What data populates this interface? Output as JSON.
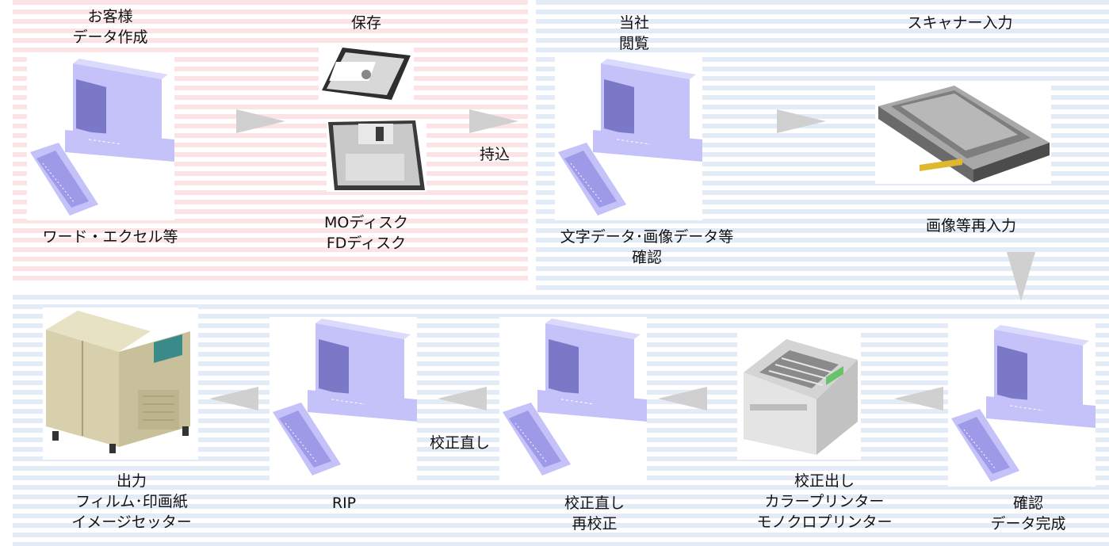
{
  "nodes": {
    "customer": {
      "label": "お客様\nデータ作成",
      "sub": "ワード・エクセル等"
    },
    "storage": {
      "label": "保存",
      "sub": "MOディスク\nFDディスク"
    },
    "company": {
      "label": "当社\n閲覧",
      "sub": "文字データ･画像データ等\n確認"
    },
    "scanner": {
      "label": "スキャナー入力",
      "sub": "画像等再入力"
    },
    "confirm": {
      "label": "確認\nデータ完成"
    },
    "proof_print": {
      "label": "校正出し\nカラープリンター\nモノクロプリンター"
    },
    "correction": {
      "label": "校正直し\n再校正"
    },
    "rip": {
      "label": "RIP"
    },
    "output": {
      "label": "出力\nフィルム･印画紙\nイメージセッター"
    }
  },
  "edges": {
    "bring_in": "持込",
    "proof_fix": "校正直し"
  },
  "colors": {
    "pink_band": "#fbe3e6",
    "blue_band": "#e3ebf7",
    "computer": "#c4c2f9",
    "arrow": "#d0d0d0"
  }
}
